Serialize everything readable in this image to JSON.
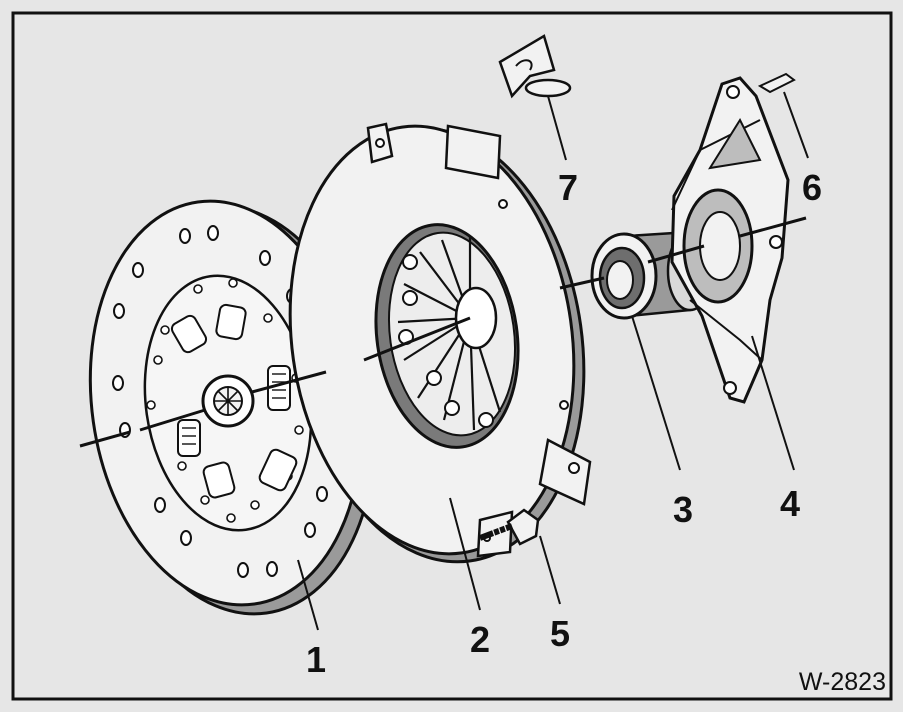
{
  "figure": {
    "code": "W-2823",
    "colors": {
      "paper": "#e6e6e6",
      "ink": "#111111",
      "part_fill": "#f2f2f2",
      "shadow": "#9a9a9a"
    }
  },
  "callouts": {
    "c1": "1",
    "c2": "2",
    "c3": "3",
    "c4": "4",
    "c5": "5",
    "c6": "6",
    "c7": "7"
  }
}
